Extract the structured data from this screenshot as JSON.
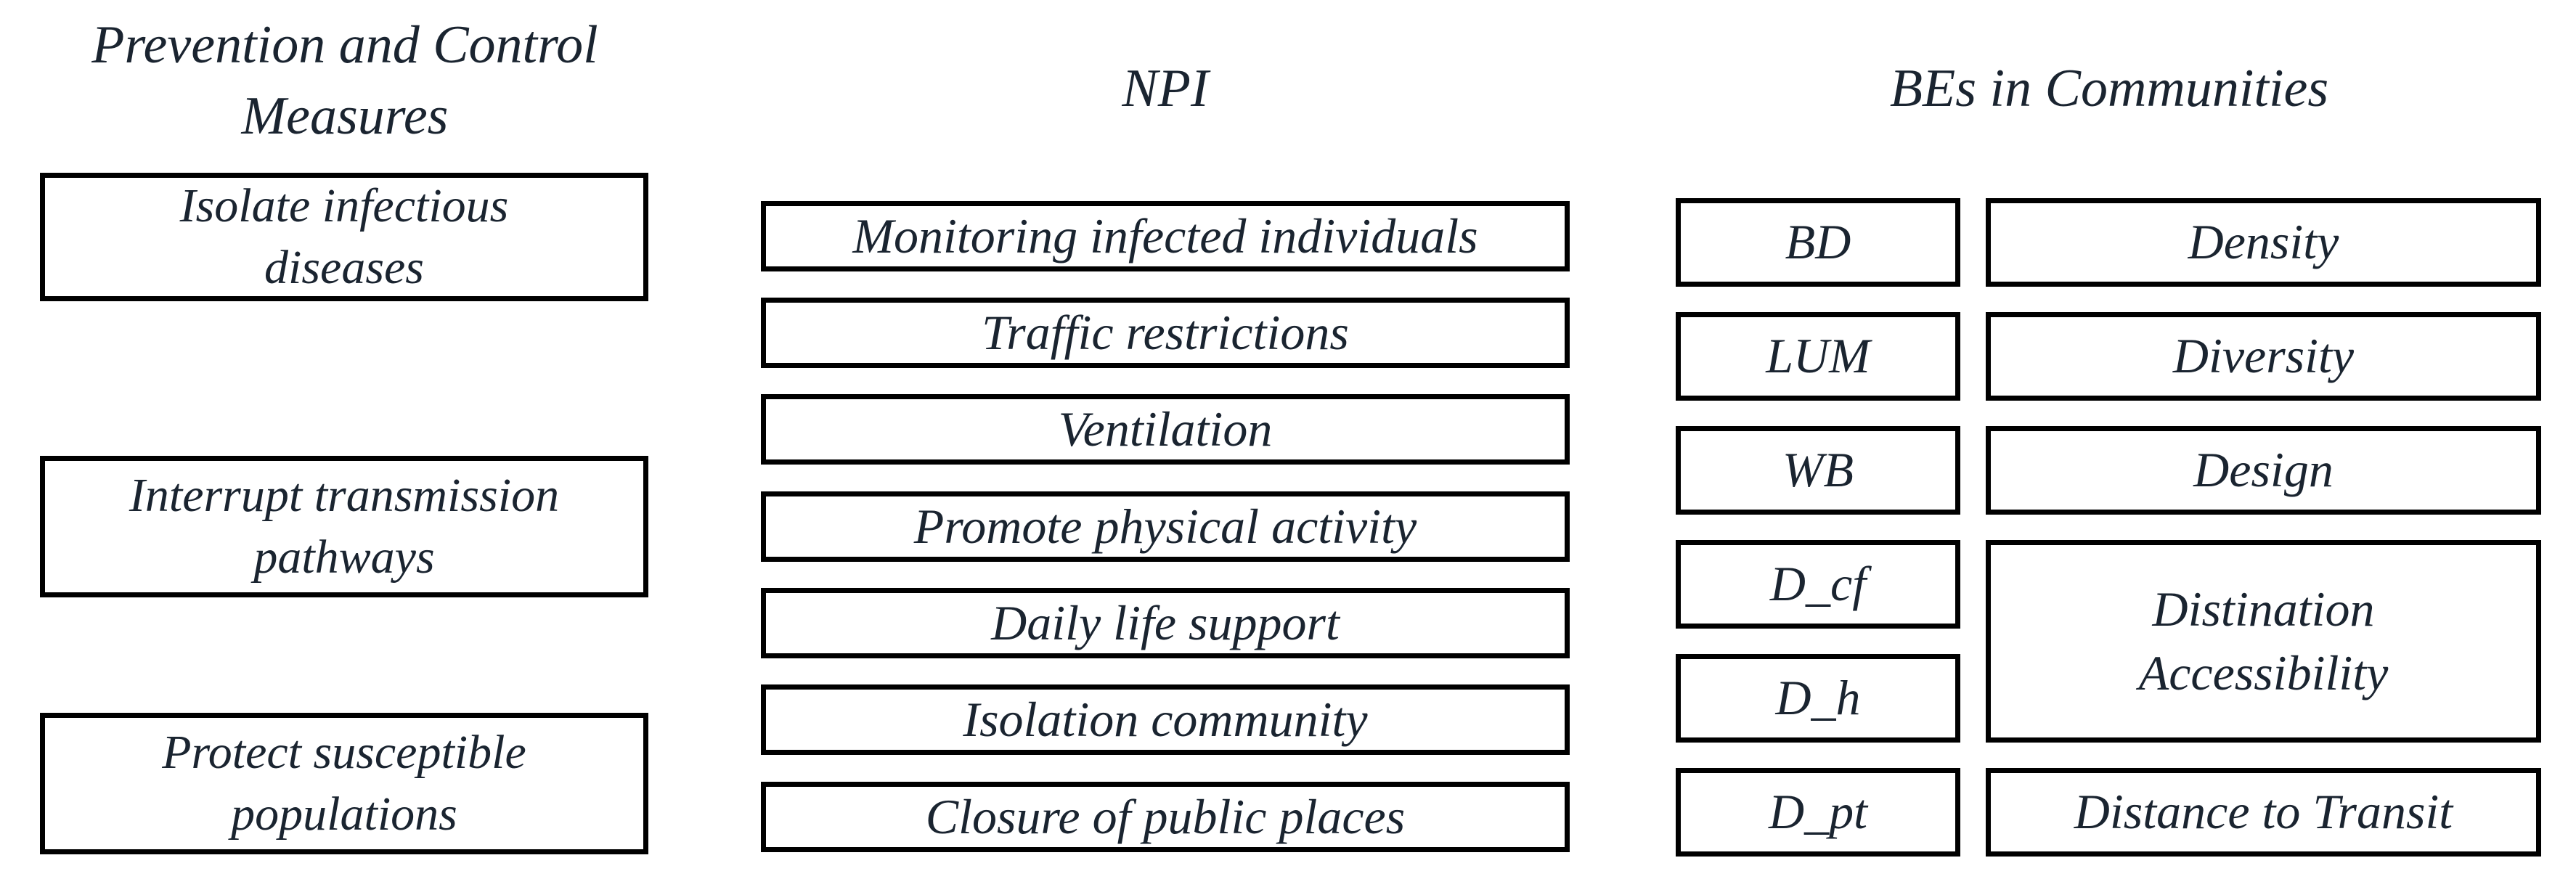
{
  "diagram": {
    "type": "relationship-diagram",
    "background": "#ffffff",
    "colors": {
      "line": "#141414",
      "border": "#000000",
      "text": "#1a2430"
    },
    "columns": {
      "measures": {
        "header": "Prevention and Control Measures",
        "nodes": [
          {
            "id": "L1",
            "label": "Isolate infectious diseases"
          },
          {
            "id": "L2",
            "label": "Interrupt transmission pathways"
          },
          {
            "id": "L3",
            "label": "Protect susceptible populations"
          }
        ]
      },
      "npi": {
        "header": "NPI",
        "nodes": [
          {
            "id": "M1",
            "label": "Monitoring infected individuals"
          },
          {
            "id": "M2",
            "label": "Traffic restrictions"
          },
          {
            "id": "M3",
            "label": "Ventilation"
          },
          {
            "id": "M4",
            "label": "Promote physical activity"
          },
          {
            "id": "M5",
            "label": "Daily life support"
          },
          {
            "id": "M6",
            "label": "Isolation community"
          },
          {
            "id": "M7",
            "label": "Closure of public places"
          }
        ]
      },
      "bes": {
        "header": "BEs in Communities",
        "abbr_nodes": [
          {
            "id": "B1",
            "label": "BD"
          },
          {
            "id": "B2",
            "label": "LUM"
          },
          {
            "id": "B3",
            "label": "WB"
          },
          {
            "id": "B4",
            "label": "D_cf"
          },
          {
            "id": "B5",
            "label": "D_h"
          },
          {
            "id": "B6",
            "label": "D_pt"
          }
        ],
        "desc_nodes": [
          {
            "id": "R1",
            "label": "Density",
            "rows": [
              0
            ]
          },
          {
            "id": "R2",
            "label": "Diversity",
            "rows": [
              1
            ]
          },
          {
            "id": "R3",
            "label": "Design",
            "rows": [
              2
            ]
          },
          {
            "id": "R4",
            "label": "Distination Accessibility",
            "rows": [
              3,
              4
            ]
          },
          {
            "id": "R5",
            "label": "Distance to Transit",
            "rows": [
              5
            ]
          }
        ]
      }
    },
    "connections": {
      "measures_to_npi": [
        [
          "L1",
          "M1"
        ],
        [
          "L1",
          "M2"
        ],
        [
          "L1",
          "M4"
        ],
        [
          "L1",
          "M6"
        ],
        [
          "L1",
          "M7"
        ],
        [
          "L2",
          "M1"
        ],
        [
          "L2",
          "M2"
        ],
        [
          "L2",
          "M3"
        ],
        [
          "L2",
          "M4"
        ],
        [
          "L2",
          "M5"
        ],
        [
          "L2",
          "M6"
        ],
        [
          "L3",
          "M1"
        ],
        [
          "L3",
          "M2"
        ],
        [
          "L3",
          "M5"
        ],
        [
          "L3",
          "M6"
        ],
        [
          "L3",
          "M7"
        ]
      ],
      "npi_to_bes": [
        [
          "M1",
          "B3"
        ],
        [
          "M2",
          "B1"
        ],
        [
          "M2",
          "B3"
        ],
        [
          "M2",
          "B6"
        ],
        [
          "M3",
          "B1"
        ],
        [
          "M4",
          "B2"
        ],
        [
          "M4",
          "B3"
        ],
        [
          "M4",
          "B5"
        ],
        [
          "M5",
          "B2"
        ],
        [
          "M5",
          "B4"
        ],
        [
          "M5",
          "B5"
        ],
        [
          "M5",
          "B6"
        ],
        [
          "M6",
          "B2"
        ],
        [
          "M6",
          "B4"
        ],
        [
          "M6",
          "B5"
        ],
        [
          "M6",
          "B6"
        ],
        [
          "M7",
          "B2"
        ],
        [
          "M7",
          "B5"
        ],
        [
          "M7",
          "B6"
        ]
      ]
    }
  }
}
